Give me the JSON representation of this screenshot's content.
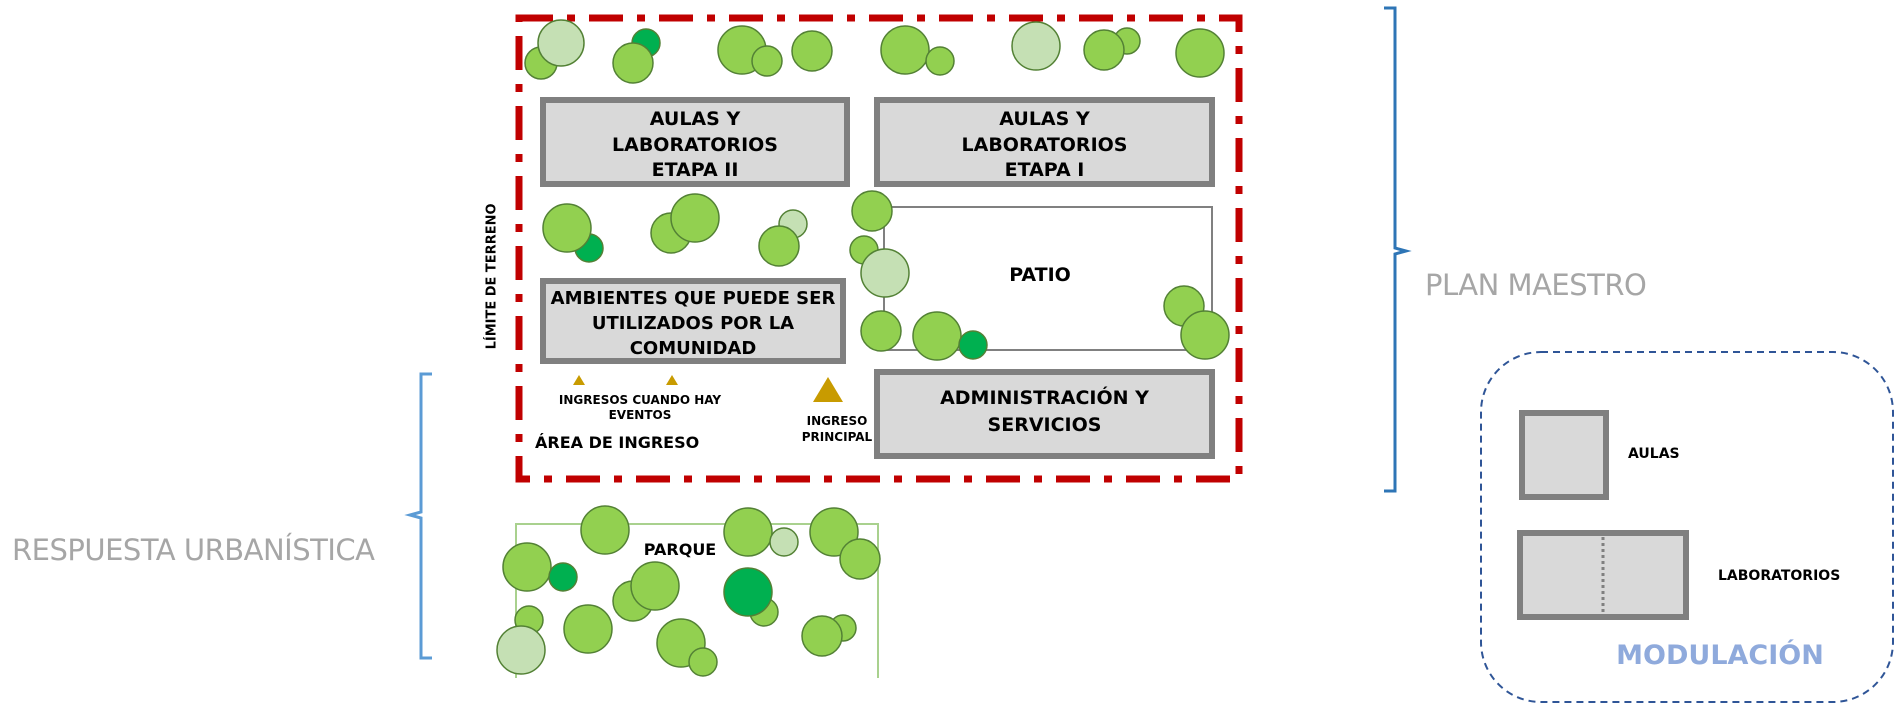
{
  "site": {
    "limit_label": "LÍMITE DE TERRENO",
    "block_aulas_2": "AULAS Y\nLABORATORIOS\nETAPA II",
    "block_aulas_1": "AULAS Y\nLABORATORIOS\nETAPA I",
    "block_comunidad": "AMBIENTES QUE PUEDE SER\nUTILIZADOS POR LA\nCOMUNIDAD",
    "patio": "PATIO",
    "block_admin": "ADMINISTRACIÓN Y\nSERVICIOS",
    "ingresos_eventos": "INGRESOS CUANDO HAY\nEVENTOS",
    "ingreso_principal": "INGRESO\nPRINCIPAL",
    "area_ingreso": "ÁREA DE INGRESO",
    "parque": "PARQUE"
  },
  "callouts": {
    "plan_maestro": "PLAN MAESTRO",
    "respuesta_urbanistica": "RESPUESTA URBANÍSTICA"
  },
  "legend": {
    "aulas": "AULAS",
    "laboratorios": "LABORATORIOS",
    "title": "MODULACIÓN"
  },
  "colors": {
    "site_limit": "#c00000",
    "block_fill": "#d9d9d9",
    "block_stroke": "#808080",
    "tree_light": "#92d050",
    "tree_dark": "#00b050",
    "tree_pale": "#c5e0b4",
    "tree_stroke": "#538135",
    "bracket": "#2e75b6",
    "entrance": "#c89b00",
    "park_border": "#a9d18e",
    "legend_border": "#2f5597",
    "legend_title": "#8faadc"
  }
}
